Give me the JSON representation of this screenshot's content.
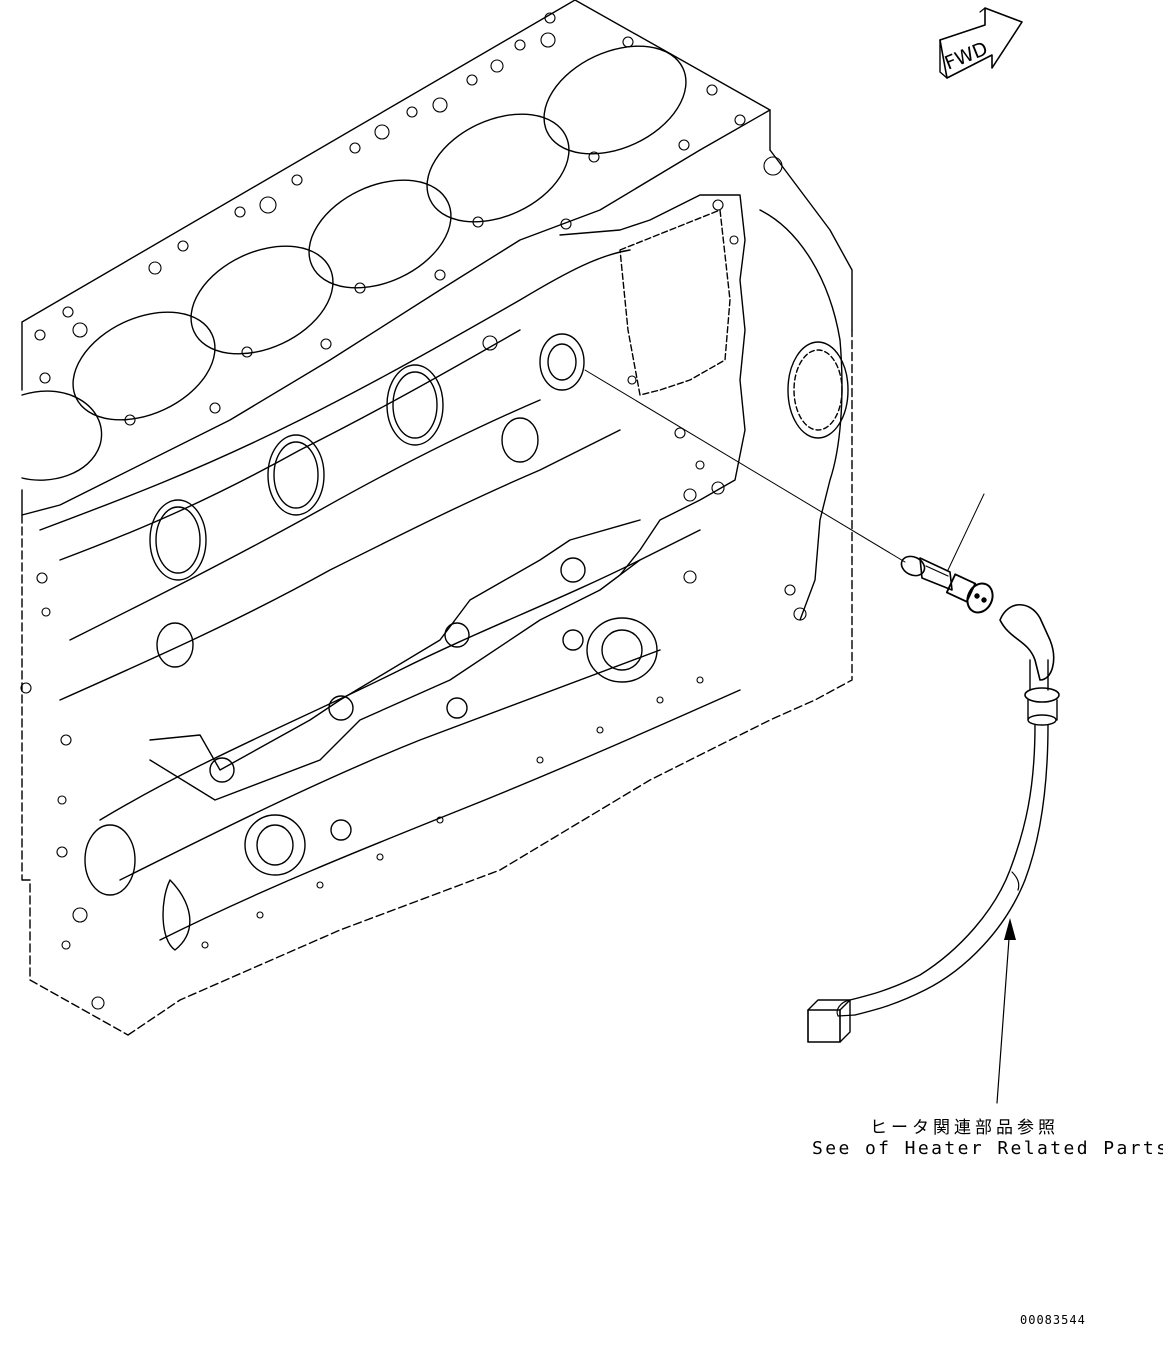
{
  "fwd_label": "FWD",
  "callout": {
    "japanese": "ヒータ関連部品参照",
    "english": "See of Heater Related Parts"
  },
  "drawing_number": "00083544",
  "colors": {
    "line": "#000000",
    "background": "#ffffff"
  },
  "icons": [
    "fwd-arrow-icon"
  ]
}
